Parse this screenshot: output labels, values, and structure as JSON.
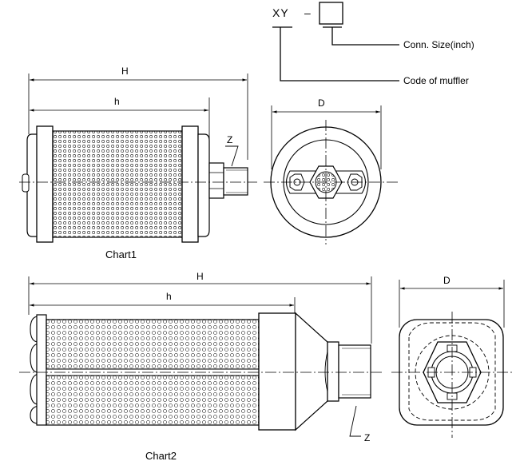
{
  "code_key": {
    "prefix": "XY",
    "dash": "–",
    "conn_label": "Conn. Size(inch)",
    "code_label": "Code of muffler"
  },
  "chart1": {
    "caption": "Chart1",
    "dim_H": "H",
    "dim_h": "h",
    "dim_Z": "Z",
    "dim_D": "D"
  },
  "chart2": {
    "caption": "Chart2",
    "dim_H": "H",
    "dim_h": "h",
    "dim_Z": "Z",
    "dim_D": "D"
  }
}
